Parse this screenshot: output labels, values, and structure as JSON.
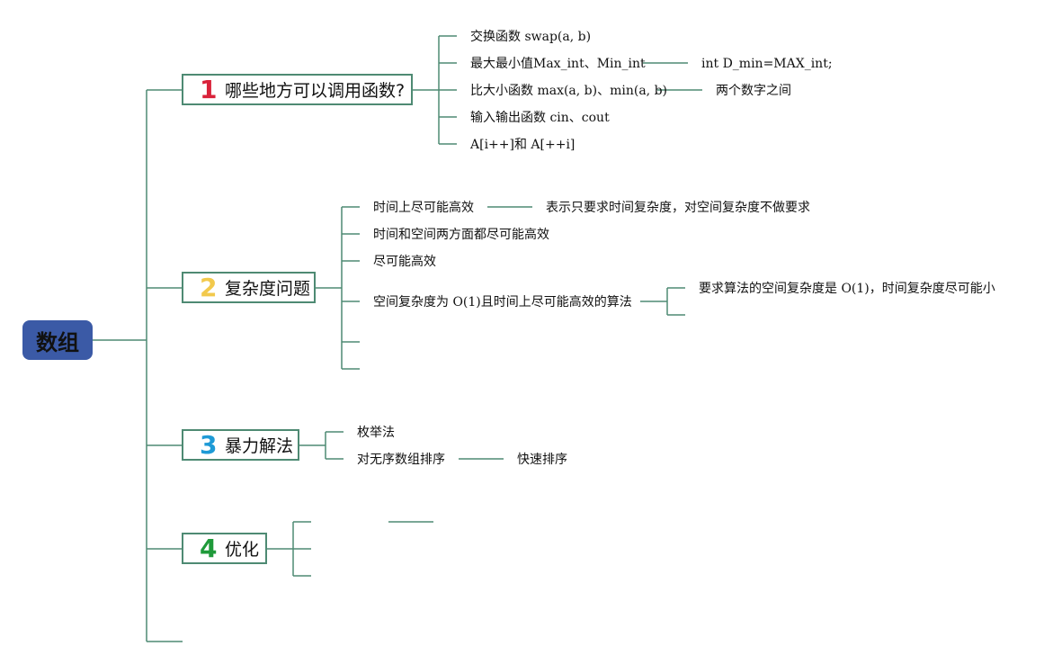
{
  "root": {
    "label": "数组",
    "color": "#3b5aa6"
  },
  "line_color": "#4e8a73",
  "branches": [
    {
      "number": "1",
      "number_color": "#d9223a",
      "label": "哪些地方可以调用函数?",
      "items": [
        {
          "text": "交换函数 swap(a, b)"
        },
        {
          "text": "最大最小值Max_int、Min_int",
          "note": "int D_min=MAX_int;"
        },
        {
          "text": "比大小函数 max(a, b)、min(a, b)",
          "note": "两个数字之间"
        },
        {
          "text": "输入输出函数 cin、cout"
        },
        {
          "text": "A[i++]和 A[++i]"
        }
      ]
    },
    {
      "number": "2",
      "number_color": "#f2c94c",
      "label": "复杂度问题",
      "items": [
        {
          "text": "时间上尽可能高效",
          "note": "表示只要求时间复杂度，对空间复杂度不做要求"
        },
        {
          "text": "时间和空间两方面都尽可能高效"
        },
        {
          "text": "尽可能高效"
        },
        {
          "text": "空间复杂度为 O(1)且时间上尽可能高效的算法",
          "note": "要求算法的空间复杂度是 O(1)，时间复杂度尽可能小"
        },
        {
          "text": ""
        },
        {
          "text": ""
        }
      ]
    },
    {
      "number": "3",
      "number_color": "#1e9ad6",
      "label": "暴力解法",
      "items": [
        {
          "text": "枚举法"
        },
        {
          "text": "对无序数组排序",
          "note": "快速排序"
        }
      ]
    },
    {
      "number": "4",
      "number_color": "#1f9a3a",
      "label": "优化",
      "items": [
        {
          "text": ""
        },
        {
          "text": ""
        },
        {
          "text": ""
        }
      ]
    }
  ]
}
